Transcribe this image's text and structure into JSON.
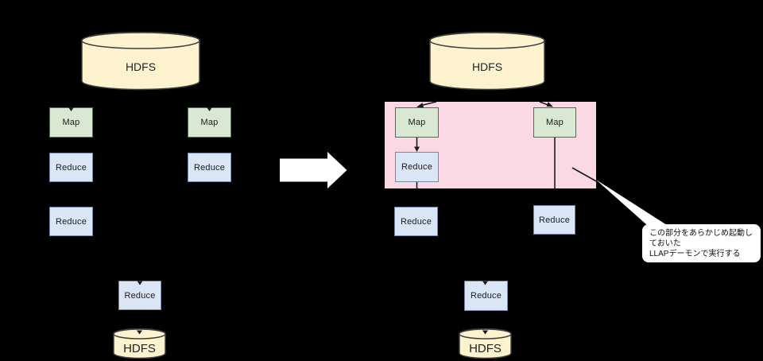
{
  "colors": {
    "background": "#000000",
    "hdfs_fill": "#fdf3cf",
    "map_fill": "#d8e8d2",
    "reduce_fill": "#dae5f6",
    "llap_region_fill": "#fbd9e4",
    "callout_fill": "#ffffff",
    "arrow_white": "#ffffff",
    "line_black": "#1a1a1a"
  },
  "left_diagram": {
    "hdfs_top_label": "HDFS",
    "hdfs_bottom_label": "HDFS",
    "boxes": [
      {
        "id": "map-1",
        "label": "Map"
      },
      {
        "id": "map-2",
        "label": "Map"
      },
      {
        "id": "reduce-1",
        "label": "Reduce"
      },
      {
        "id": "reduce-2",
        "label": "Reduce"
      },
      {
        "id": "reduce-3",
        "label": "Reduce"
      },
      {
        "id": "reduce-final",
        "label": "Reduce"
      }
    ]
  },
  "right_diagram": {
    "hdfs_top_label": "HDFS",
    "hdfs_bottom_label": "HDFS",
    "boxes": [
      {
        "id": "map-1",
        "label": "Map"
      },
      {
        "id": "map-2",
        "label": "Map"
      },
      {
        "id": "reduce-inside-llap",
        "label": "Reduce"
      },
      {
        "id": "reduce-1",
        "label": "Reduce"
      },
      {
        "id": "reduce-2",
        "label": "Reduce"
      },
      {
        "id": "reduce-final",
        "label": "Reduce"
      }
    ]
  },
  "callout": {
    "lines": [
      "この部分をあらかじめ起動し",
      "ておいた",
      "LLAPデーモンで実行する"
    ]
  }
}
